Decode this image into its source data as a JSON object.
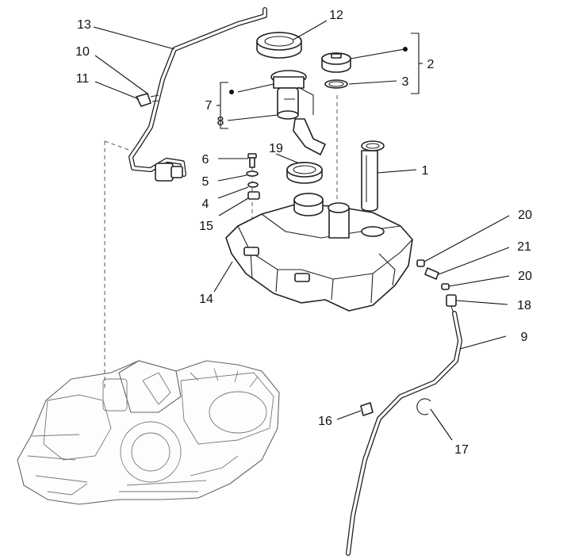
{
  "diagram": {
    "callouts": {
      "c1": "1",
      "c2": "2",
      "c3": "3",
      "c4": "4",
      "c5": "5",
      "c6": "6",
      "c7": "7",
      "c8": "8",
      "c9": "9",
      "c10": "10",
      "c11": "11",
      "c12": "12",
      "c13": "13",
      "c14": "14",
      "c15": "15",
      "c16": "16",
      "c17": "17",
      "c18": "18",
      "c19": "19",
      "c20a": "20",
      "c20b": "20",
      "c21": "21"
    }
  }
}
